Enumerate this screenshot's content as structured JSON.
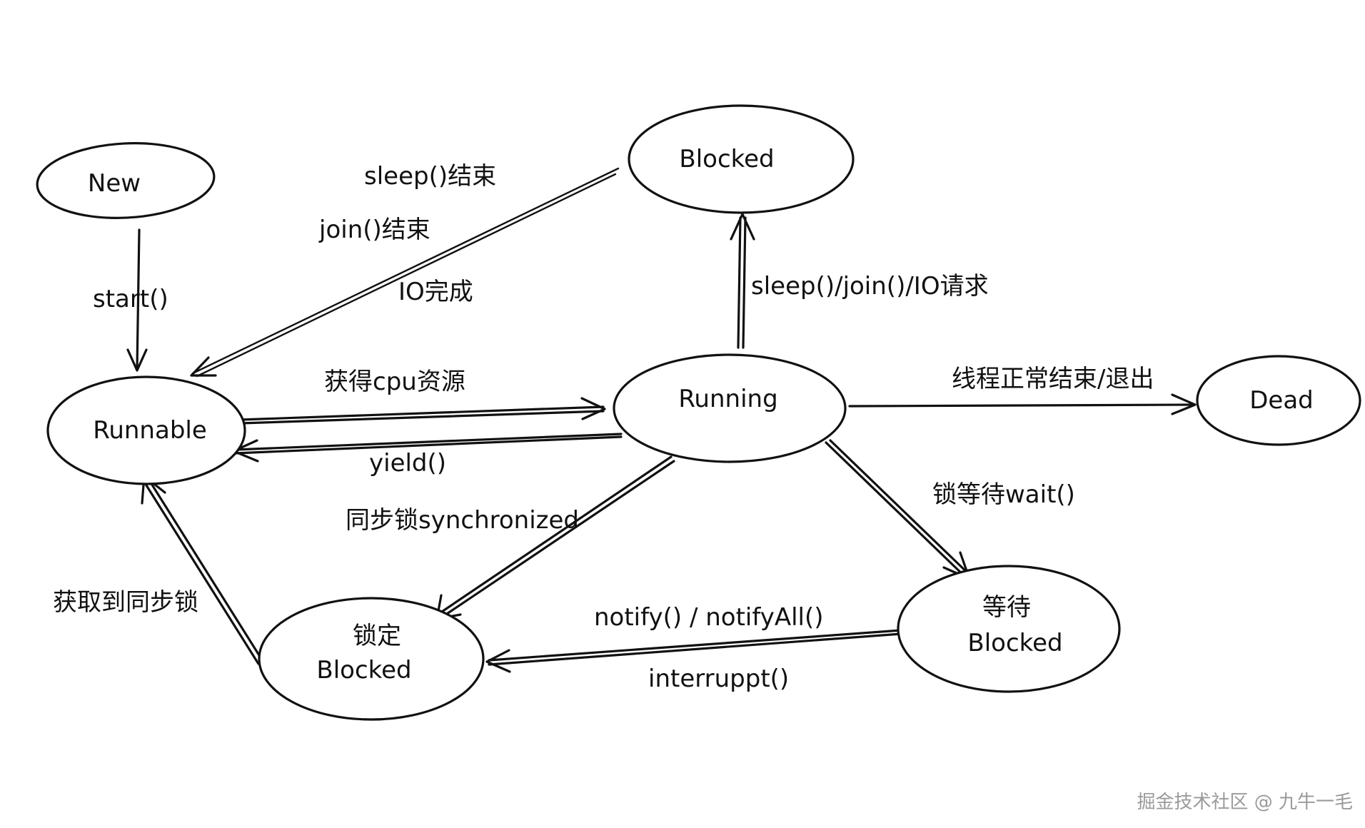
{
  "nodes": {
    "new": {
      "label": "New"
    },
    "runnable": {
      "label": "Runnable"
    },
    "blocked_top": {
      "label": "Blocked"
    },
    "running": {
      "label": "Running"
    },
    "dead": {
      "label": "Dead"
    },
    "locked_blocked": {
      "line1": "锁定",
      "line2": "Blocked"
    },
    "waiting_blocked": {
      "line1": "等待",
      "line2": "Blocked"
    }
  },
  "edges": {
    "start": "start()",
    "sleep_end": "sleep()结束",
    "join_end": "join()结束",
    "io_done": "IO完成",
    "get_cpu": "获得cpu资源",
    "yield": "yield()",
    "blocking_calls": "sleep()/join()/IO请求",
    "exit": "线程正常结束/退出",
    "sync_lock": "同步锁synchronized",
    "lock_wait": "锁等待wait()",
    "acquire_lock": "获取到同步锁",
    "notify": "notify() / notifyAll()",
    "interrupt": "interruppt()"
  },
  "watermark": "掘金技术社区 @ 九牛一毛"
}
